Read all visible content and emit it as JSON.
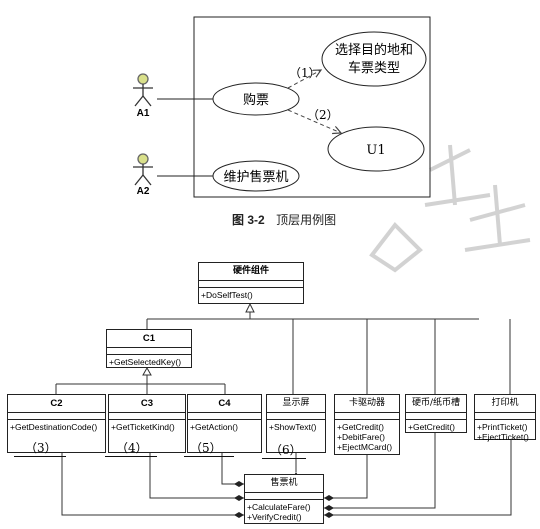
{
  "figure_caption": {
    "number": "图 3-2",
    "text": "顶层用例图"
  },
  "use_case_diagram": {
    "actors": [
      {
        "id": "A1",
        "label": "A1"
      },
      {
        "id": "A2",
        "label": "A2"
      }
    ],
    "use_cases": {
      "buy_ticket": "购票",
      "select_line1": "选择目的地和",
      "select_line2": "车票类型",
      "u1": "U1",
      "maintain": "维护售票机"
    },
    "relation_labels": [
      "（1）",
      "（2）"
    ]
  },
  "class_diagram": {
    "hardware": {
      "name": "硬件组件",
      "ops": [
        "+DoSelfTest()"
      ]
    },
    "c1": {
      "name": "C1",
      "ops": [
        "+GetSelectedKey()"
      ]
    },
    "c2": {
      "name": "C2",
      "ops": [
        "+GetDestinationCode()"
      ]
    },
    "c3": {
      "name": "C3",
      "ops": [
        "+GetTicketKind()"
      ]
    },
    "c4": {
      "name": "C4",
      "ops": [
        "+GetAction()"
      ]
    },
    "display": {
      "name": "显示屏",
      "ops": [
        "+ShowText()"
      ]
    },
    "card": {
      "name": "卡驱动器",
      "ops": [
        "+GetCredit()",
        "+DebitFare()",
        "+EjectMCard()"
      ]
    },
    "coin": {
      "name": "硬币/纸币槽",
      "ops": [
        "+GetCredit()"
      ]
    },
    "printer": {
      "name": "打印机",
      "ops": [
        "+PrintTicket()",
        "+EjectTicket()"
      ]
    },
    "machine": {
      "name": "售票机",
      "ops": [
        "+CalculateFare()",
        "+VerifyCredit()"
      ]
    },
    "blanks": [
      "（3）",
      "（4）",
      "（5）",
      "（6）"
    ]
  },
  "colors": {
    "actor_head": "#d9e08a",
    "line": "#222222",
    "watermark": "#c8c8c8"
  }
}
